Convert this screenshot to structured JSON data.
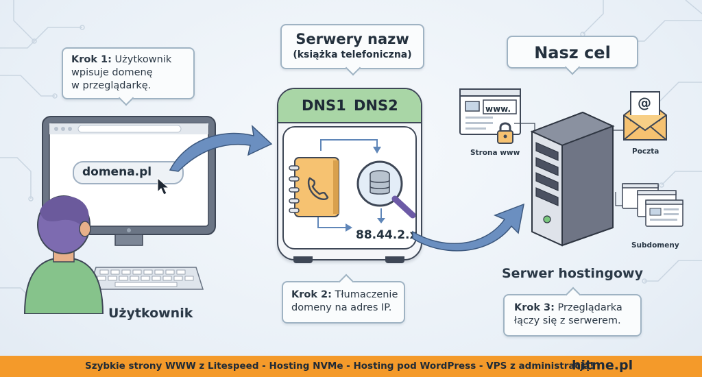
{
  "callouts": {
    "step1": {
      "bold": "Krok 1:",
      "rest": " Użytkownik",
      "line2": "wpisuje domenę",
      "line3": "w przeglądarkę."
    },
    "step2": {
      "bold": "Krok 2:",
      "rest": " Tłumaczenie",
      "line2": "domeny na adres IP."
    },
    "step3": {
      "bold": "Krok 3:",
      "rest": " Przeglądarka",
      "line2": "łączy się z serwerem."
    }
  },
  "dns": {
    "title": "Serwery nazw",
    "subtitle": "(książka telefoniczna)",
    "servers": [
      "DNS1",
      "DNS2"
    ],
    "ip": "88.44.2.x"
  },
  "browser": {
    "address": "domena.pl"
  },
  "target": {
    "title": "Nasz cel",
    "www_tag": "www.",
    "website": "Strona www",
    "mail": "Poczta",
    "subdomains": "Subdomeny",
    "at_symbol": "@",
    "server_label": "Serwer hostingowy"
  },
  "user_label": "Użytkownik",
  "banner": {
    "promo": "Szybkie strony WWW z Litespeed - Hosting  NVMe - Hosting pod WordPress - VPS z administracją!",
    "brand": "hitme.pl"
  },
  "colors": {
    "banner": "#f49a2a",
    "dns_green": "#a9d6a6",
    "arrow": "#5f86b8",
    "server": "#6f7585",
    "book": "#f6c271"
  },
  "icons": [
    "cursor-icon",
    "phonebook-icon",
    "database-search-icon",
    "padlock-icon",
    "mail-envelope-icon",
    "server-tower-icon"
  ]
}
